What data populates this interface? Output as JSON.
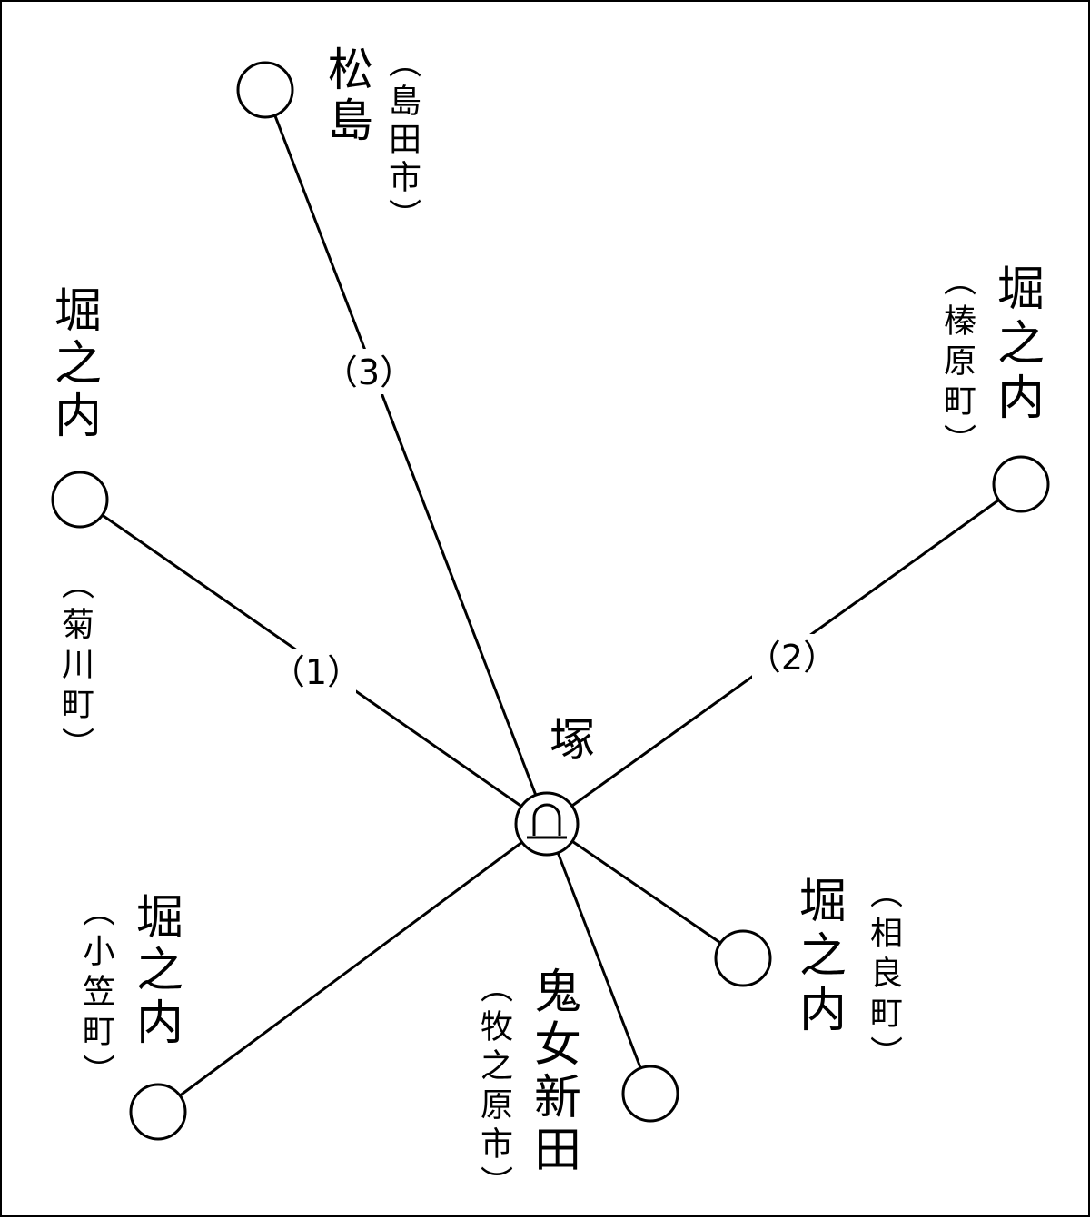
{
  "hub": {
    "name": "塚",
    "icon": "tumulus-symbol-icon"
  },
  "routes": [
    {
      "id": "route-1",
      "label": "（1）"
    },
    {
      "id": "route-2",
      "label": "（2）"
    },
    {
      "id": "route-3",
      "label": "（3）"
    }
  ],
  "nodes": [
    {
      "id": "matsushima",
      "name": "松島",
      "region": "（島田市）"
    },
    {
      "id": "horinouchi-kikugawa",
      "name": "堀之内",
      "region": "（菊川町）"
    },
    {
      "id": "horinouchi-haibara",
      "name": "堀之内",
      "region": "（榛原町）"
    },
    {
      "id": "horinouchi-ogasa",
      "name": "堀之内",
      "region": "（小笠町）"
    },
    {
      "id": "horinouchi-sagara",
      "name": "堀之内",
      "region": "（相良町）"
    },
    {
      "id": "kijo-shinden",
      "name": "鬼女新田",
      "region": "（牧之原市）"
    }
  ]
}
